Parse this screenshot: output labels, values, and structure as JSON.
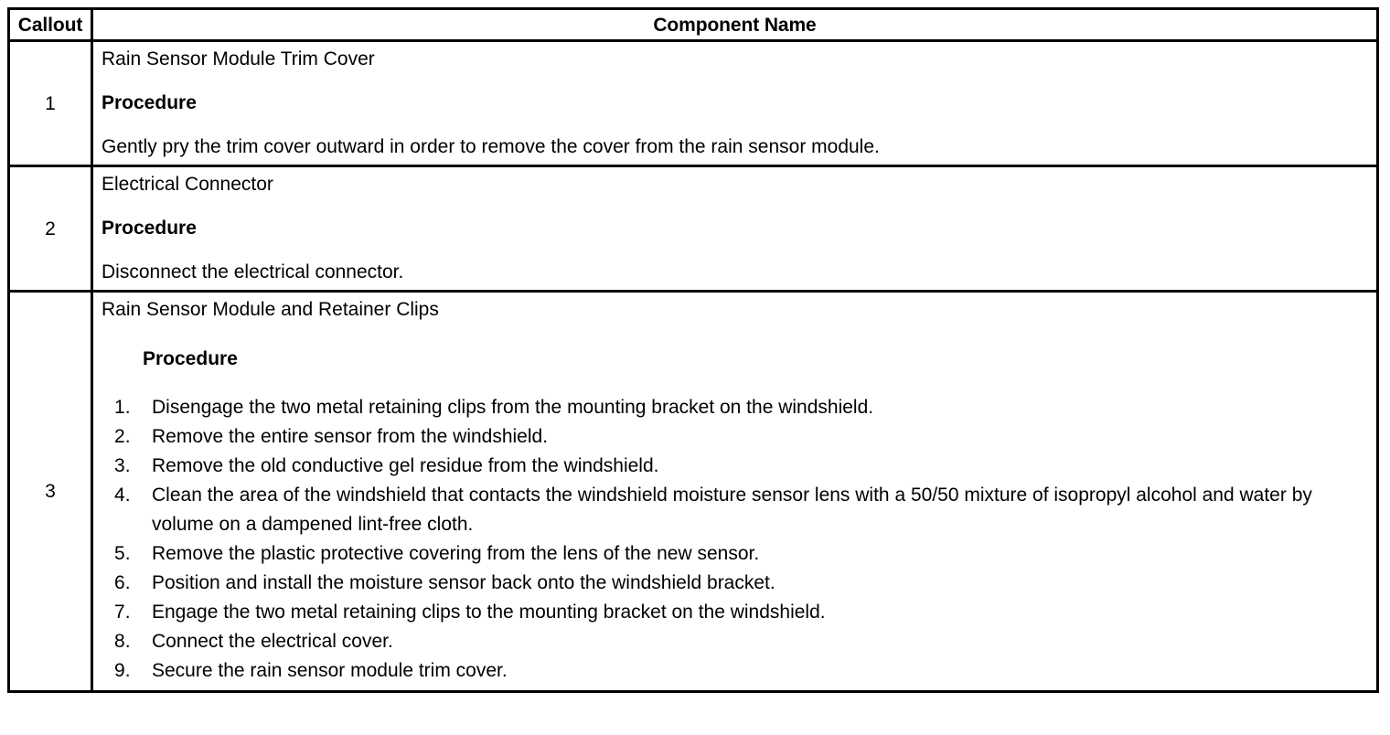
{
  "table": {
    "headers": {
      "callout": "Callout",
      "component_name": "Component Name"
    },
    "rows": [
      {
        "callout": "1",
        "component_name": "Rain Sensor Module Trim Cover",
        "procedure_label": "Procedure",
        "procedure_text": "Gently pry the trim cover outward in order to remove the cover from the rain sensor module."
      },
      {
        "callout": "2",
        "component_name": "Electrical Connector",
        "procedure_label": "Procedure",
        "procedure_text": "Disconnect the electrical connector."
      },
      {
        "callout": "3",
        "component_name": "Rain Sensor Module and Retainer Clips",
        "procedure_label": "Procedure",
        "steps": [
          "Disengage the two metal retaining clips from the mounting bracket on the windshield.",
          "Remove the entire sensor from the windshield.",
          "Remove the old conductive gel residue from the windshield.",
          "Clean the area of the windshield that contacts the windshield moisture sensor lens with a 50/50 mixture of isopropyl alcohol and water by volume on a dampened lint-free cloth.",
          "Remove the plastic protective covering from the lens of the new sensor.",
          "Position and install the moisture sensor back onto the windshield bracket.",
          "Engage the two metal retaining clips to the mounting bracket on the windshield.",
          "Connect the electrical cover.",
          "Secure the rain sensor module trim cover."
        ]
      }
    ]
  },
  "colors": {
    "border": "#000000",
    "text": "#000000",
    "background": "#ffffff"
  }
}
